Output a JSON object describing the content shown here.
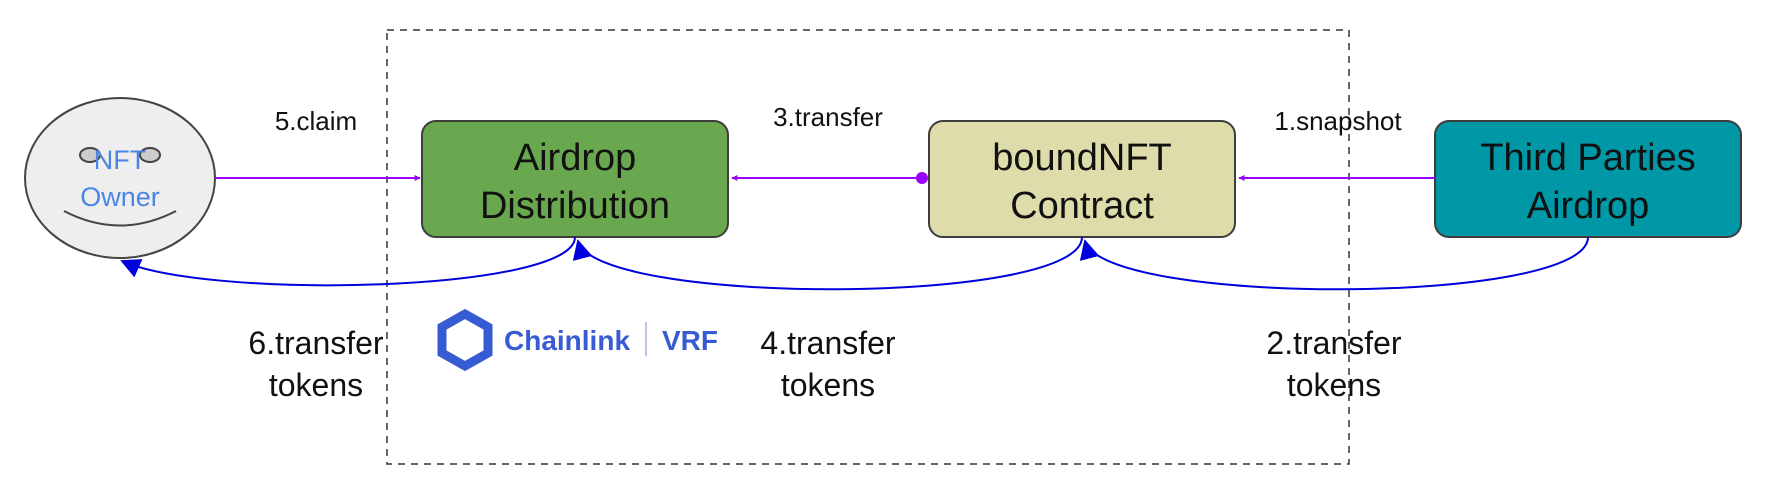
{
  "nodes": {
    "owner": {
      "line1": "NFT",
      "line2": "Owner",
      "text_color": "#4a86e8",
      "fill": "#eeeeee"
    },
    "airdrop_distribution": {
      "line1": "Airdrop",
      "line2": "Distribution",
      "fill": "#6aa84f"
    },
    "boundnft_contract": {
      "line1": "boundNFT",
      "line2": "Contract",
      "fill": "#dedcaa"
    },
    "third_parties": {
      "line1": "Third Parties",
      "line2": "Airdrop",
      "fill": "#0097a7"
    }
  },
  "edges": {
    "claim": {
      "label": "5.claim",
      "color": "#9900ff"
    },
    "transfer": {
      "label": "3.transfer",
      "color": "#9900ff"
    },
    "snapshot": {
      "label": "1.snapshot",
      "color": "#9900ff"
    },
    "transfer_tokens_6": {
      "line1": "6.transfer",
      "line2": "tokens",
      "color": "#0000dd"
    },
    "transfer_tokens_4": {
      "line1": "4.transfer",
      "line2": "tokens",
      "color": "#0000dd"
    },
    "transfer_tokens_2": {
      "line1": "2.transfer",
      "line2": "tokens",
      "color": "#0000dd"
    }
  },
  "logo": {
    "name": "Chainlink",
    "product": "VRF",
    "color": "#375bd2"
  }
}
